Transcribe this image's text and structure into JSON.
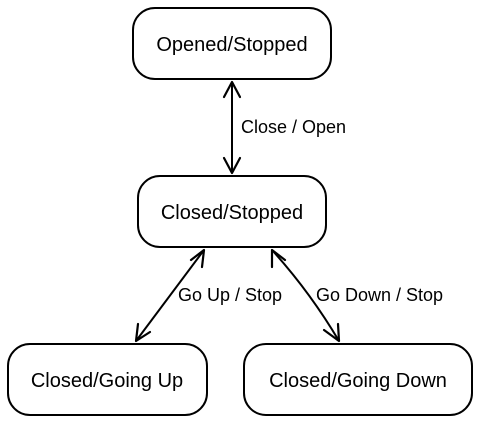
{
  "states": {
    "opened_stopped": "Opened/Stopped",
    "closed_stopped": "Closed/Stopped",
    "closed_going_up": "Closed/Going Up",
    "closed_going_down": "Closed/Going Down"
  },
  "transitions": {
    "close_open": "Close / Open",
    "go_up_stop": "Go Up / Stop",
    "go_down_stop": "Go Down / Stop"
  },
  "colors": {
    "stroke": "#000000",
    "fill": "#ffffff",
    "text": "#000000"
  }
}
